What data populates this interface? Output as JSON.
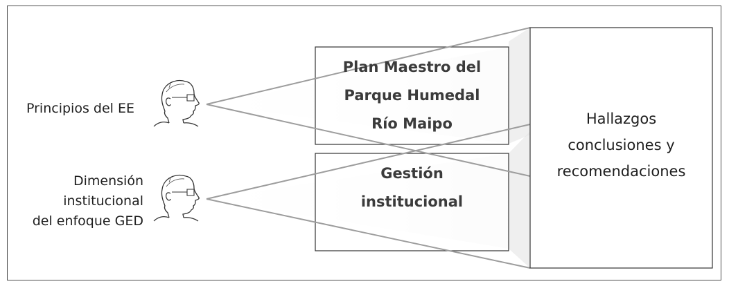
{
  "perspectives": [
    {
      "label": "Principios del EE",
      "icon": "human-head-profile-icon"
    },
    {
      "label_lines": [
        "Dimensión",
        "institucional",
        "del enfoque GED"
      ],
      "icon": "human-head-profile-icon"
    }
  ],
  "documents": [
    {
      "label_lines": [
        "Plan Maestro del",
        "Parque Humedal",
        "Río Maipo"
      ]
    },
    {
      "label_lines": [
        "Gestión",
        "institucional"
      ]
    }
  ],
  "output": {
    "label_lines": [
      "Hallazgos",
      "conclusiones y",
      "recomendaciones"
    ]
  },
  "colors": {
    "frame": "#4a4a4a",
    "beam": "#9d9d9d",
    "box_border": "#333333",
    "doc_text": "#3b3b3b"
  }
}
